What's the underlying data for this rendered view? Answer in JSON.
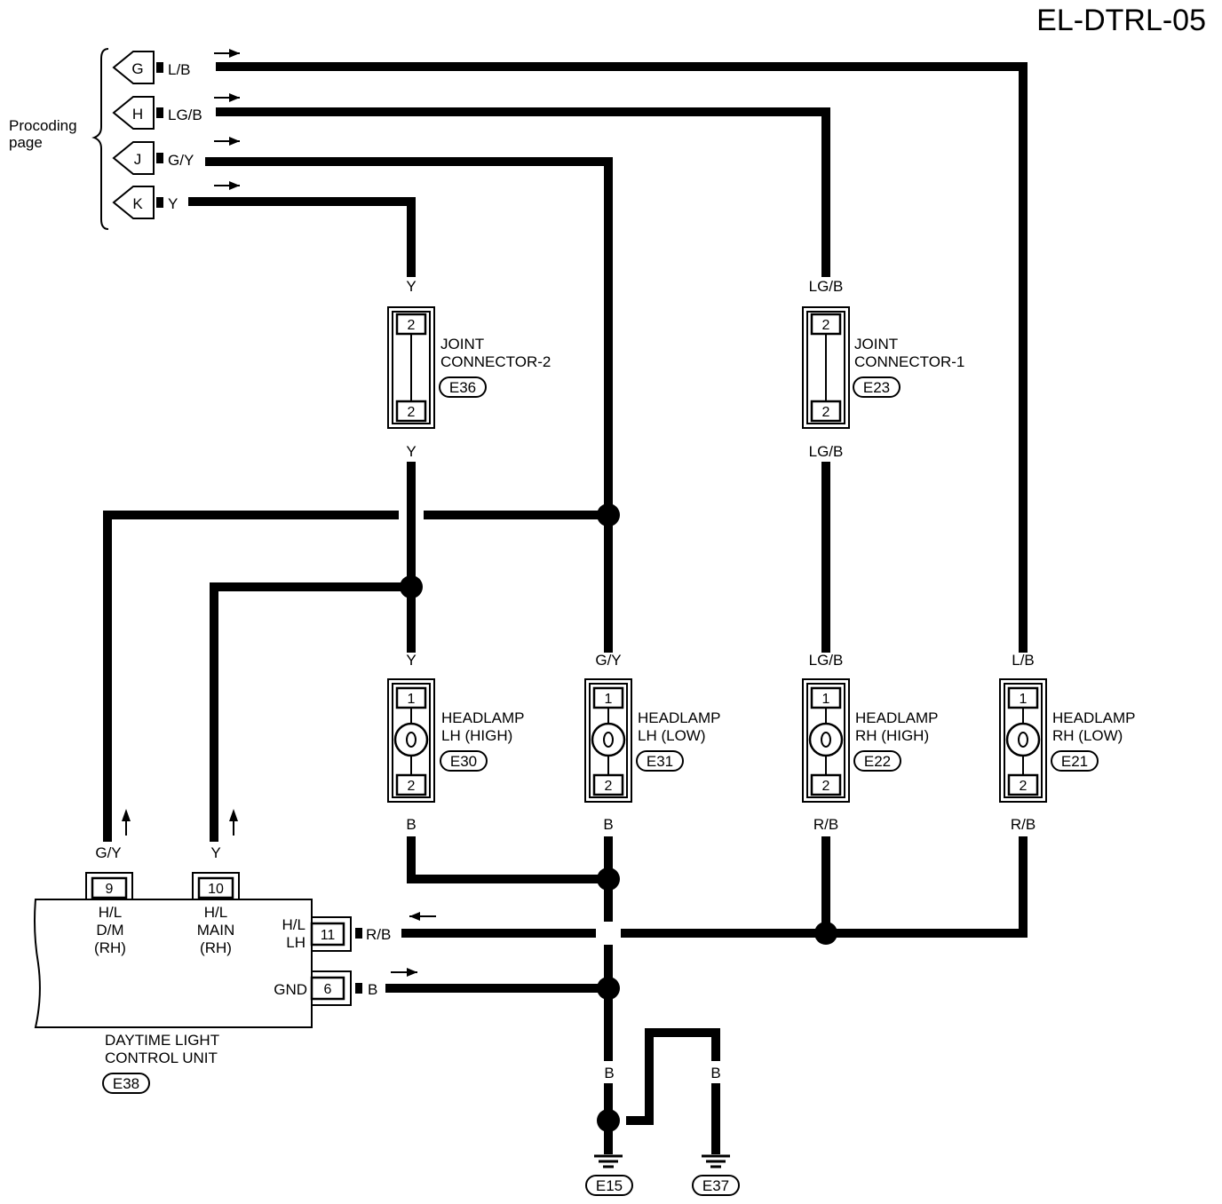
{
  "diagram_id": "EL-DTRL-05",
  "preceding_page": [
    "Procoding",
    "page"
  ],
  "from_page": [
    {
      "letter": "G",
      "wire": "L/B"
    },
    {
      "letter": "H",
      "wire": "LG/B"
    },
    {
      "letter": "J",
      "wire": "G/Y"
    },
    {
      "letter": "K",
      "wire": "Y"
    }
  ],
  "joint_connectors": [
    {
      "name_line1": "JOINT",
      "name_line2": "CONNECTOR-2",
      "id": "E36",
      "pin_top": "2",
      "pin_bottom": "2",
      "wire_top": "Y",
      "wire_bottom": "Y"
    },
    {
      "name_line1": "JOINT",
      "name_line2": "CONNECTOR-1",
      "id": "E23",
      "pin_top": "2",
      "pin_bottom": "2",
      "wire_top": "LG/B",
      "wire_bottom": "LG/B"
    }
  ],
  "headlamps": [
    {
      "name_line1": "HEADLAMP",
      "name_line2": "LH (HIGH)",
      "id": "E30",
      "pin_top": "1",
      "pin_bottom": "2",
      "wire_top": "Y",
      "wire_bottom": "B"
    },
    {
      "name_line1": "HEADLAMP",
      "name_line2": "LH (LOW)",
      "id": "E31",
      "pin_top": "1",
      "pin_bottom": "2",
      "wire_top": "G/Y",
      "wire_bottom": "B"
    },
    {
      "name_line1": "HEADLAMP",
      "name_line2": "RH (HIGH)",
      "id": "E22",
      "pin_top": "1",
      "pin_bottom": "2",
      "wire_top": "LG/B",
      "wire_bottom": "R/B"
    },
    {
      "name_line1": "HEADLAMP",
      "name_line2": "RH (LOW)",
      "id": "E21",
      "pin_top": "1",
      "pin_bottom": "2",
      "wire_top": "L/B",
      "wire_bottom": "R/B"
    }
  ],
  "control_unit": {
    "name_line1": "DAYTIME LIGHT",
    "name_line2": "CONTROL UNIT",
    "id": "E38",
    "terminals": [
      {
        "pin": "9",
        "label": [
          "H/L",
          "D/M",
          "(RH)"
        ],
        "wire": "G/Y"
      },
      {
        "pin": "10",
        "label": [
          "H/L",
          "MAIN",
          "(RH)"
        ],
        "wire": "Y"
      },
      {
        "pin": "11",
        "label": [
          "H/L",
          "LH"
        ],
        "wire": "R/B"
      },
      {
        "pin": "6",
        "label": [
          "GND"
        ],
        "wire": "B"
      }
    ]
  },
  "ground": {
    "wire_labels": [
      "B",
      "B",
      "B"
    ],
    "points": [
      "E15",
      "E37"
    ]
  }
}
